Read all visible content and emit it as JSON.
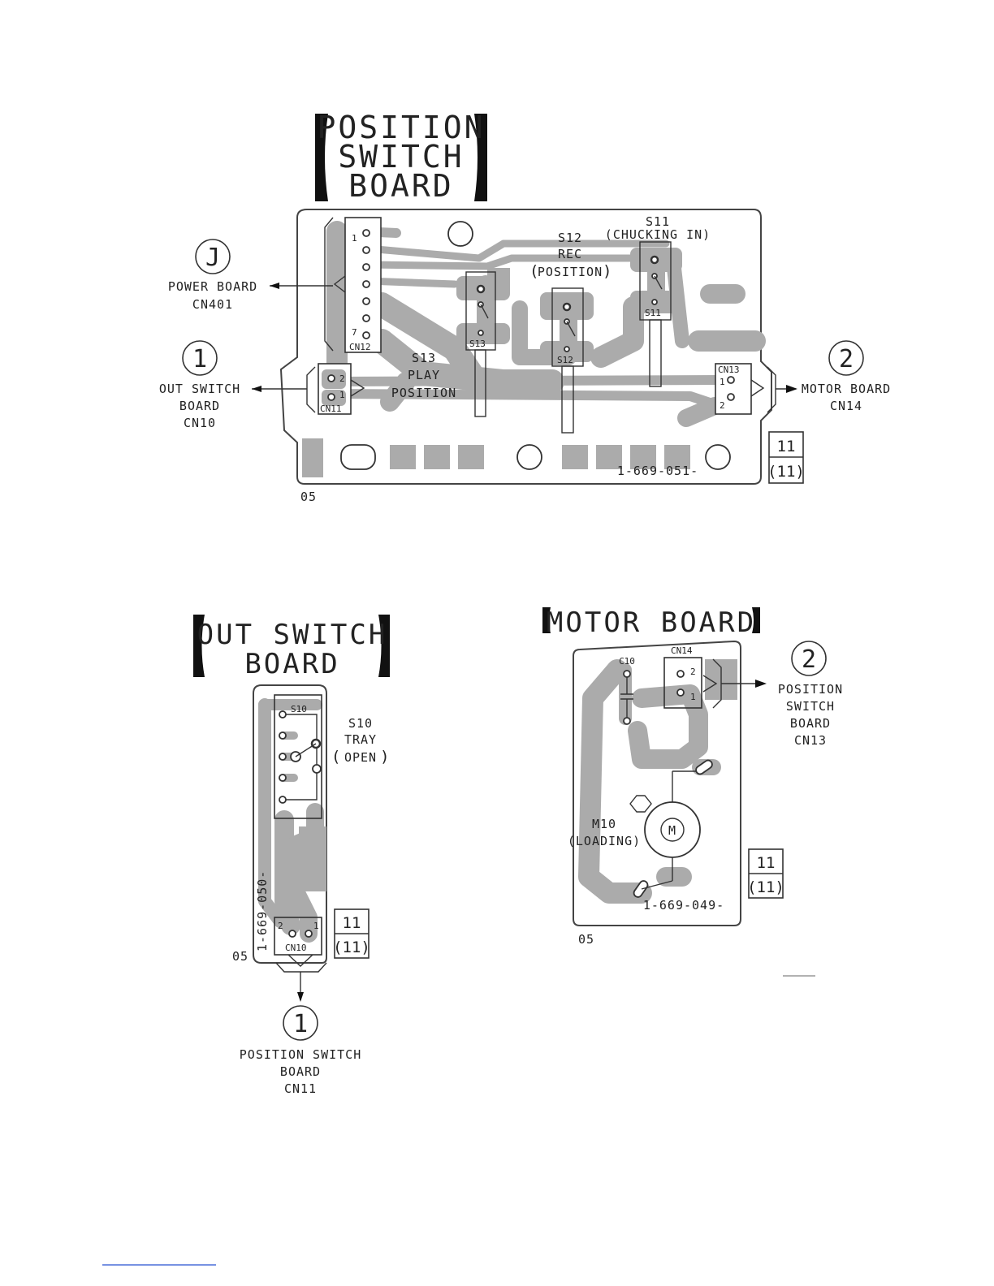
{
  "position_board": {
    "title_lines": [
      "POSITION",
      "SWITCH",
      "BOARD"
    ],
    "power_ref": {
      "mark": "J",
      "lines": [
        "POWER BOARD",
        "CN401"
      ]
    },
    "out_ref": {
      "mark": "1",
      "lines": [
        "OUT SWITCH",
        "BOARD",
        "CN10"
      ]
    },
    "motor_ref": {
      "mark": "2",
      "lines": [
        "MOTOR BOARD",
        "CN14"
      ]
    },
    "cn12": {
      "label": "CN12",
      "pin_first": "1",
      "pin_last": "7"
    },
    "cn11": {
      "label": "CN11",
      "pin_a": "2",
      "pin_b": "1"
    },
    "cn13": {
      "label": "CN13",
      "pin_a": "1",
      "pin_b": "2"
    },
    "s11": {
      "lines": [
        "S11",
        "(CHUCKING IN)"
      ],
      "tag": "S11"
    },
    "s12": {
      "lines": [
        "S12",
        "REC",
        "POSITION"
      ],
      "paren_open": "(",
      "paren_close": ")",
      "tag": "S12"
    },
    "s13": {
      "lines": [
        "S13",
        "PLAY",
        "POSITION"
      ],
      "tag": "S13"
    },
    "part_no": "1-669-051-",
    "rev": "05",
    "page_box": [
      "11",
      "(11)"
    ]
  },
  "out_board": {
    "title_lines": [
      "OUT SWITCH",
      "BOARD"
    ],
    "s10": {
      "lines": [
        "S10",
        "TRAY",
        "OPEN"
      ],
      "paren_open": "(",
      "paren_close": ")",
      "tag": "S10"
    },
    "cn10": {
      "label": "CN10",
      "pin_a": "2",
      "pin_b": "1"
    },
    "part_no": "1-669-050-",
    "rev": "05",
    "page_box": [
      "11",
      "(11)"
    ],
    "ref": {
      "mark": "1",
      "lines": [
        "POSITION SWITCH",
        "BOARD",
        "CN11"
      ]
    }
  },
  "motor_board": {
    "title": "MOTOR BOARD",
    "cn14": {
      "label": "CN14",
      "pin_a": "2",
      "pin_b": "1"
    },
    "c10": "C10",
    "m10": {
      "lines": [
        "M10",
        "(LOADING)"
      ],
      "symbol": "M"
    },
    "part_no": "1-669-049-",
    "rev": "05",
    "page_box": [
      "11",
      "(11)"
    ],
    "ref": {
      "mark": "2",
      "lines": [
        "POSITION",
        "SWITCH",
        "BOARD",
        "CN13"
      ]
    }
  }
}
